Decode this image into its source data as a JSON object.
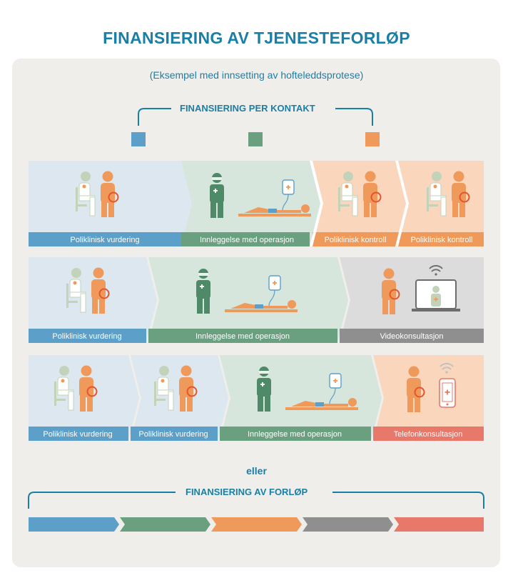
{
  "title": "FINANSIERING AV TJENESTEFORLØP",
  "subtitle": "(Eksempel med innsetting av hofteleddsprotese)",
  "top_bracket_label": "FINANSIERING PER KONTAKT",
  "bottom_bracket_label": "FINANSIERING AV FORLØP",
  "or_label": "eller",
  "colors": {
    "blue": "#5c9fc9",
    "green": "#6aa080",
    "orange": "#ef9a5b",
    "gray": "#8f8f8f",
    "red": "#e8786a",
    "title": "#1a7fa6"
  },
  "rows": [
    {
      "stages": [
        {
          "label": "Poliklinisk vurdering",
          "type": "consult"
        },
        {
          "label": "Innleggelse med operasjon",
          "type": "surgery"
        },
        {
          "label": "Poliklinisk kontroll",
          "type": "consult"
        },
        {
          "label": "Poliklinisk kontroll",
          "type": "consult"
        }
      ]
    },
    {
      "stages": [
        {
          "label": "Poliklinisk vurdering",
          "type": "consult"
        },
        {
          "label": "Innleggelse med operasjon",
          "type": "surgery"
        },
        {
          "label": "Videokonsultasjon",
          "type": "video"
        }
      ]
    },
    {
      "stages": [
        {
          "label": "Poliklinisk vurdering",
          "type": "consult"
        },
        {
          "label": "Poliklinisk vurdering",
          "type": "consult"
        },
        {
          "label": "Innleggelse med operasjon",
          "type": "surgery"
        },
        {
          "label": "Telefonkonsultasjon",
          "type": "phone"
        }
      ]
    }
  ]
}
